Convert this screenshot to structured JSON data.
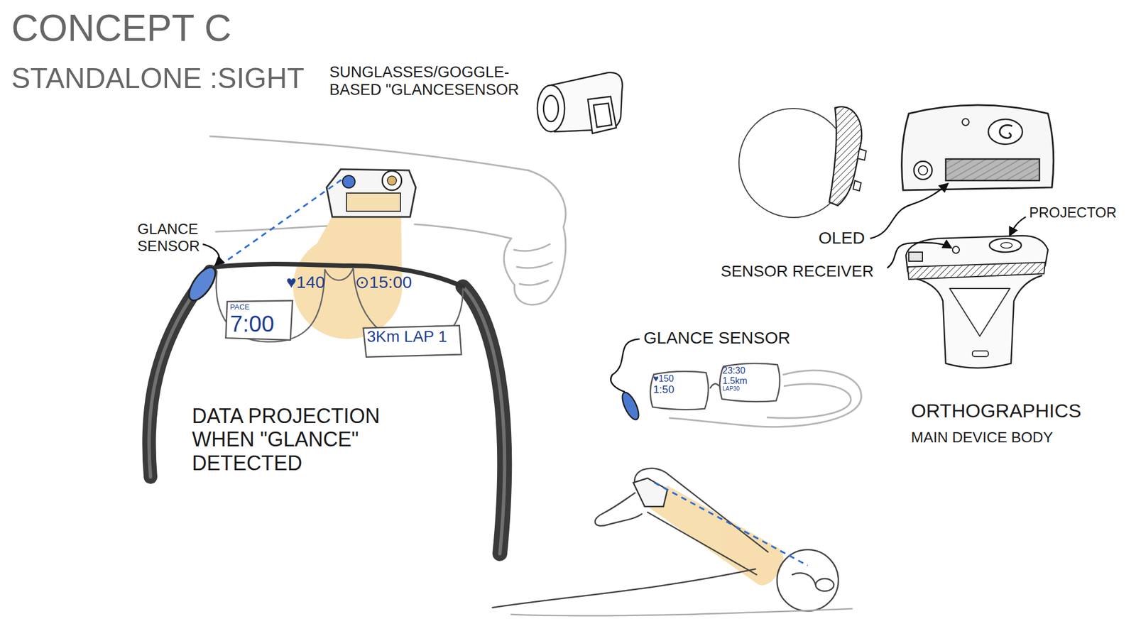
{
  "diagram": {
    "title": "CONCEPT C",
    "nodes": [
      {
        "text": [
          "PACE",
          "7:00"
        ]
      },
      {
        "text": [
          "3Km LAP 1"
        ]
      },
      {
        "text": [
          "♥150",
          "1:50"
        ]
      },
      {
        "text": [
          "23:30",
          "1.5km",
          "LAP30"
        ]
      }
    ],
    "labels": [
      "STANDALONE :SIGHT",
      "SUNGLASSES/GOGGLE- BASED \"GLANCESENSOR",
      "GLANCE SENSOR",
      "♥140",
      "⊙15:00",
      "DATA PROJECTION WHEN \"GLANCE\" DETECTED",
      "GLANCE SENSOR",
      "OLED",
      "SENSOR RECEIVER",
      "PROJECTOR",
      "ORTHOGRAPHICS",
      "MAIN DEVICE BODY"
    ]
  }
}
